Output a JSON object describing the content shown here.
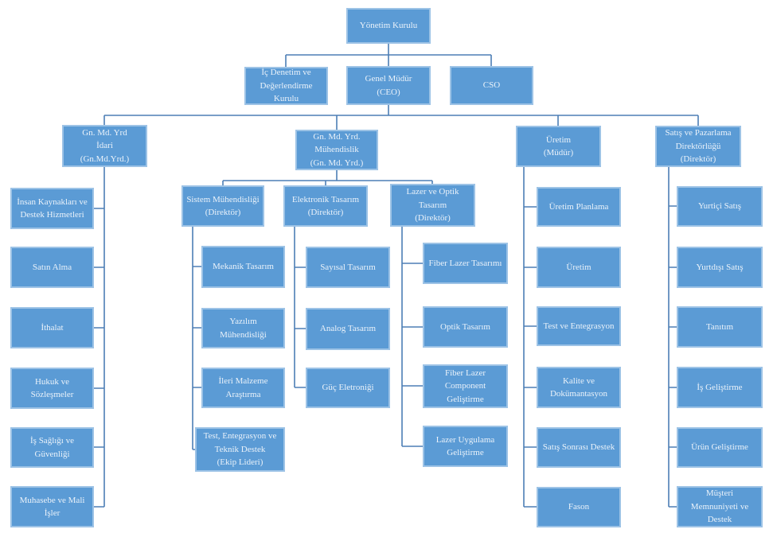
{
  "colors": {
    "box_fill": "#5b9bd5",
    "box_border": "#9dc3e6",
    "box_text": "#eaf2fa",
    "connector": "#4d7fb5",
    "background": "#ffffff"
  },
  "org": {
    "root": {
      "label": "Yönetim Kurulu"
    },
    "board_level": [
      {
        "id": "ic-denetim",
        "label": "İç Denetim ve\nDeğerlendirme\nKurulu"
      },
      {
        "id": "genel-mudur",
        "label": "Genel Müdür\n(CEO)"
      },
      {
        "id": "cso",
        "label": "CSO"
      }
    ],
    "directorates": [
      {
        "id": "idari",
        "label": "Gn. Md. Yrd\nİdari\n(Gn.Md.Yrd.)",
        "units": [
          {
            "label": "İnsan Kaynakları ve\nDestek Hizmetleri"
          },
          {
            "label": "Satın Alma"
          },
          {
            "label": "İthalat"
          },
          {
            "label": "Hukuk ve\nSözleşmeler"
          },
          {
            "label": "İş Sağlığı ve\nGüvenliği"
          },
          {
            "label": "Muhasebe ve Mali\nİşler"
          }
        ]
      },
      {
        "id": "muhendislik",
        "label": "Gn. Md. Yrd.\nMühendislik\n(Gn. Md. Yrd.)",
        "departments": [
          {
            "id": "sistem",
            "label": "Sistem Mühendisliği\n(Direktör)",
            "units": [
              {
                "label": "Mekanik Tasarım"
              },
              {
                "label": "Yazılım\nMühendisliği"
              },
              {
                "label": "İleri Malzeme\nAraştırma"
              },
              {
                "label": "Test, Entegrasyon ve\nTeknik Destek\n(Ekip Lideri)"
              }
            ]
          },
          {
            "id": "elektronik",
            "label": "Elektronik Tasarım\n(Direktör)",
            "units": [
              {
                "label": "Sayısal Tasarım"
              },
              {
                "label": "Analog Tasarım"
              },
              {
                "label": "Güç Eletroniği"
              }
            ]
          },
          {
            "id": "lazer",
            "label": "Lazer ve Optik\nTasarım\n(Direktör)",
            "units": [
              {
                "label": "Fiber Lazer Tasarımı"
              },
              {
                "label": "Optik Tasarım"
              },
              {
                "label": "Fiber Lazer\nComponent\nGeliştirme"
              },
              {
                "label": "Lazer Uygulama\nGeliştirme"
              }
            ]
          }
        ]
      },
      {
        "id": "uretim",
        "label": "Üretim\n(Müdür)",
        "units": [
          {
            "label": "Üretim Planlama"
          },
          {
            "label": "Üretim"
          },
          {
            "label": "Test ve Entegrasyon"
          },
          {
            "label": "Kalite ve\nDokümantasyon"
          },
          {
            "label": "Satış Sonrası Destek"
          },
          {
            "label": "Fason"
          }
        ]
      },
      {
        "id": "satis",
        "label": "Satış ve Pazarlama\nDirektörlüğü\n(Direktör)",
        "units": [
          {
            "label": "Yurtiçi Satış"
          },
          {
            "label": "Yurtdışı Satış"
          },
          {
            "label": "Tanıtım"
          },
          {
            "label": "İş Geliştirme"
          },
          {
            "label": "Ürün Geliştirme"
          },
          {
            "label": "Müşteri\nMemnuniyeti ve\nDestek"
          }
        ]
      }
    ]
  }
}
